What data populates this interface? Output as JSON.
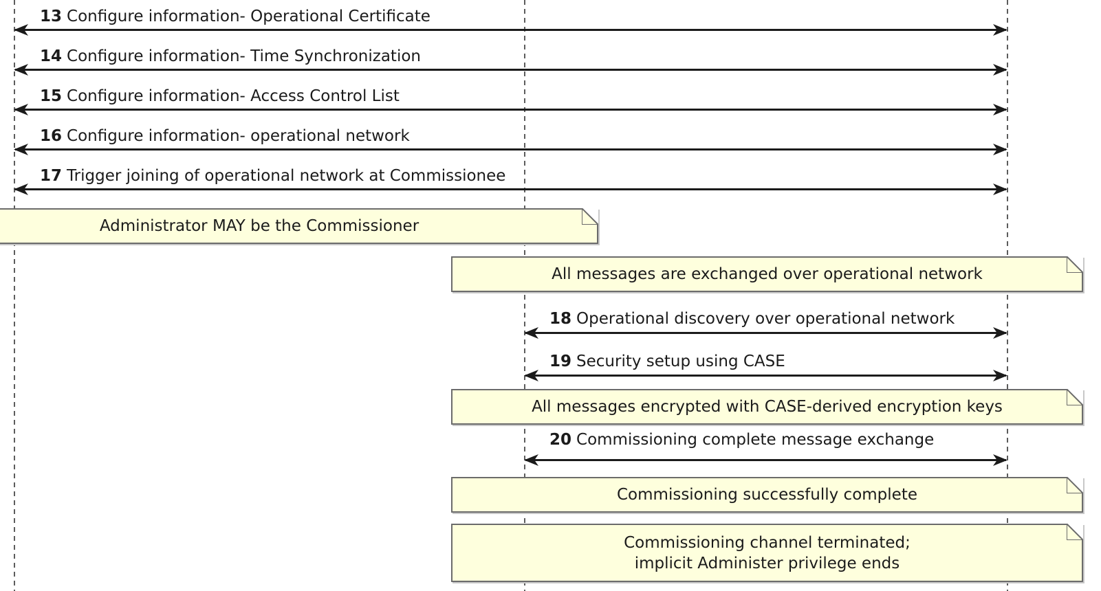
{
  "diagram_type": "uml-sequence-diagram",
  "colors": {
    "background": "#ffffff",
    "note_fill": "#FEFFDD",
    "note_border": "#6b6b6b",
    "message_line": "#1b1b1b",
    "lifeline": "#5c5c5c"
  },
  "messages": [
    {
      "num": "13",
      "text": "Configure information- Operational Certificate"
    },
    {
      "num": "14",
      "text": "Configure information- Time Synchronization"
    },
    {
      "num": "15",
      "text": "Configure information- Access Control List"
    },
    {
      "num": "16",
      "text": "Configure information- operational network"
    },
    {
      "num": "17",
      "text": "Trigger joining of operational network at Commissionee"
    },
    {
      "num": "18",
      "text": "Operational discovery over operational network"
    },
    {
      "num": "19",
      "text": "Security setup using CASE"
    },
    {
      "num": "20",
      "text": "Commissioning complete message exchange"
    }
  ],
  "notes": {
    "admin": "Administrator MAY be the Commissioner",
    "exchange": "All messages are exchanged over operational network",
    "encrypted": "All messages encrypted with CASE-derived encryption keys",
    "complete": "Commissioning successfully complete",
    "terminated_line1": "Commissioning channel terminated;",
    "terminated_line2": "implicit Administer privilege ends"
  }
}
